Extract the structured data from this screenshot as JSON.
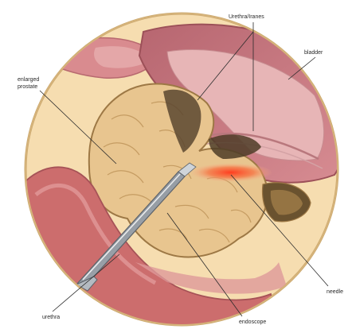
{
  "labels": {
    "enlarged_prostate_line1": "enlarged",
    "enlarged_prostate_line2": "prostate",
    "urethra_top": "Urethra/Iranes",
    "bladder": "bladder",
    "needle": "needle",
    "urethra_bottom": "urethra",
    "endoscope": "endoscope"
  },
  "colors": {
    "background": "#ffffff",
    "circle_fill": "#f6ddb0",
    "circle_border": "#c9a56b",
    "bladder_outer": "#c7737d",
    "bladder_inner": "#e6b3b3",
    "prostate_fill": "#e8c58f",
    "prostate_edge": "#9d7845",
    "dark_tissue": "#5a4630",
    "heat_zone": "#ee5a3b",
    "muscle": "#cc6d6d",
    "scope_metal": "#9ea4ab"
  }
}
